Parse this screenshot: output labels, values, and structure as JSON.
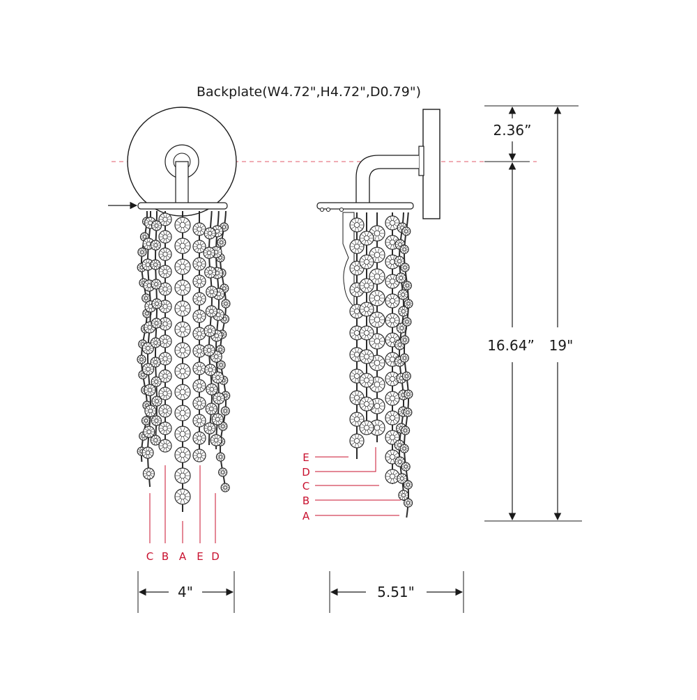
{
  "title": "Backplate(W4.72\",H4.72\",D0.79\")",
  "dimensions": {
    "top_height": "2.36”",
    "body_height": "16.64”",
    "total_height": "19\"",
    "front_width": "4\"",
    "side_depth": "5.51\""
  },
  "front_view": {
    "strand_labels": [
      "C",
      "B",
      "A",
      "E",
      "D"
    ]
  },
  "side_view": {
    "strand_labels": [
      "E",
      "D",
      "C",
      "B",
      "A"
    ]
  },
  "colors": {
    "line": "#1a1a1a",
    "strand": "#2a2a2a",
    "accent": "#c8102e",
    "guide": "#e05a6a"
  }
}
